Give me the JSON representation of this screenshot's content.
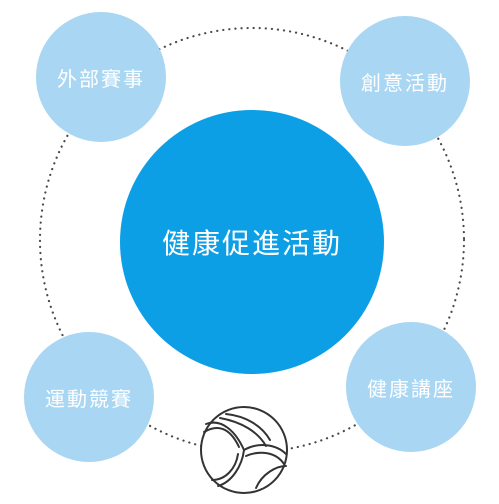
{
  "center": {
    "label": "健康促進活動"
  },
  "satellites": [
    {
      "label": "外部賽事"
    },
    {
      "label": "創意活動"
    },
    {
      "label": "運動競賽"
    },
    {
      "label": "健康講座"
    }
  ],
  "colors": {
    "center_fill": "#0d9fe6",
    "satellite_fill": "#a9d6f2",
    "ring_dots": "#4a4a4a",
    "ball_stroke": "#333333"
  },
  "icons": {
    "ball": "volleyball-icon"
  }
}
